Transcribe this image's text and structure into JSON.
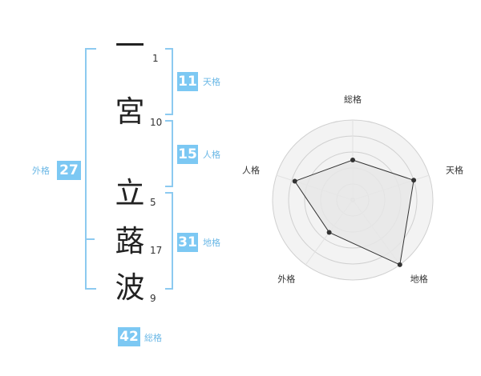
{
  "name": {
    "chars": [
      {
        "char": "一",
        "strokes": "1"
      },
      {
        "char": "宮",
        "strokes": "10"
      },
      {
        "char": "立",
        "strokes": "5"
      },
      {
        "char": "蕗",
        "strokes": "17"
      },
      {
        "char": "波",
        "strokes": "9"
      }
    ]
  },
  "kakusu": {
    "tenkaku": {
      "value": "11",
      "label": "天格"
    },
    "jinkaku": {
      "value": "15",
      "label": "人格"
    },
    "chikaku": {
      "value": "31",
      "label": "地格"
    },
    "gaikaku": {
      "value": "27",
      "label": "外格"
    },
    "soukaku": {
      "value": "42",
      "label": "総格"
    }
  },
  "colors": {
    "accent": "#7cc8f3",
    "bracket": "#8ccaf0"
  },
  "chart_data": {
    "type": "radar",
    "axes": [
      "総格",
      "天格",
      "地格",
      "外格",
      "人格"
    ],
    "values": [
      2.5,
      4,
      5,
      2.5,
      3.8
    ],
    "rmax": 5,
    "grid_rings": 5
  }
}
